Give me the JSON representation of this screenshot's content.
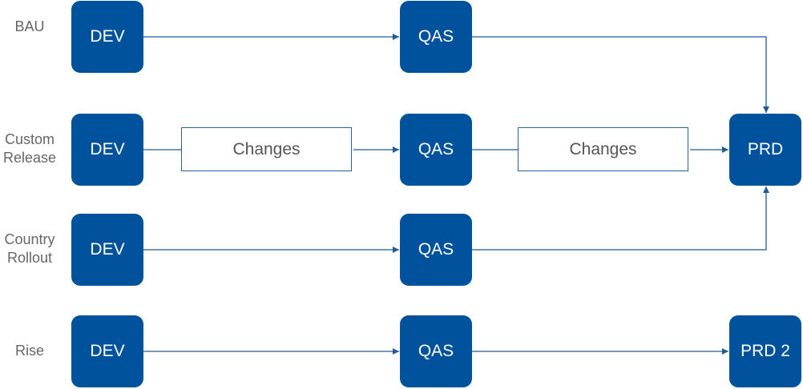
{
  "rows": [
    {
      "label_lines": [
        "BAU"
      ]
    },
    {
      "label_lines": [
        "Custom",
        "Release"
      ]
    },
    {
      "label_lines": [
        "Country",
        "Rollout"
      ]
    },
    {
      "label_lines": [
        "Rise"
      ]
    }
  ],
  "nodes": {
    "bau_dev": "DEV",
    "bau_qas": "QAS",
    "custom_dev": "DEV",
    "custom_changes_1": "Changes",
    "custom_qas": "QAS",
    "custom_changes_2": "Changes",
    "custom_prd": "PRD",
    "country_dev": "DEV",
    "country_qas": "QAS",
    "rise_dev": "DEV",
    "rise_qas": "QAS",
    "rise_prd": "PRD 2"
  },
  "colors": {
    "node_fill": "#00529c",
    "connector": "#1f5a99",
    "label_text": "#666666"
  }
}
